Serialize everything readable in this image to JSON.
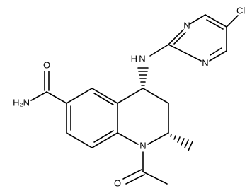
{
  "molecule": {
    "atoms": {
      "amide_oxygen": "O",
      "amide_nitrogen": "H₂N",
      "amino_nitrogen": "N",
      "amino_hydrogen": "H",
      "pyrimidine_n1": "N",
      "pyrimidine_n2": "N",
      "chlorine": "Cl",
      "ring_nitrogen": "N",
      "acetyl_oxygen": "O"
    },
    "colors": {
      "bond": "#000000",
      "text": "#000000",
      "background": "#ffffff"
    }
  }
}
